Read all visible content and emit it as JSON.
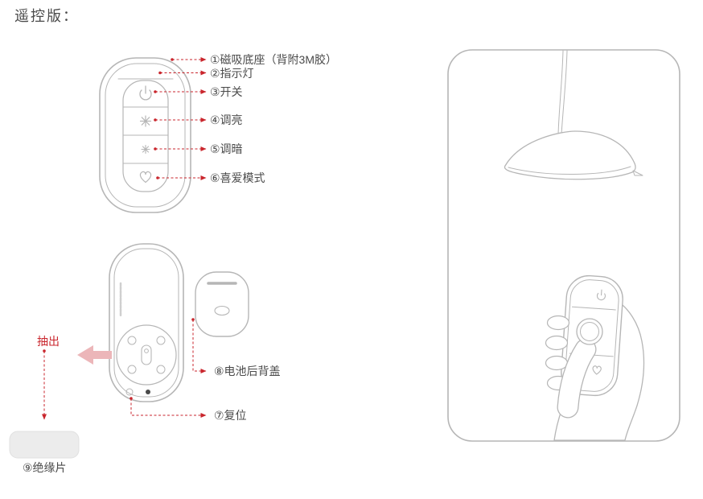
{
  "page": {
    "title": "遥控版："
  },
  "callouts": {
    "magnetic_base": "①磁吸底座（背附3M胶）",
    "indicator": "②指示灯",
    "power": "③开关",
    "brighten": "④调亮",
    "dim": "⑤调暗",
    "favorite": "⑥喜爱模式",
    "reset": "⑦复位",
    "battery_cover": "⑧电池后背盖",
    "insulation": "⑨绝缘片"
  },
  "annotations": {
    "pull_out": "抽出"
  },
  "icons": {
    "power_button": "power-icon",
    "brighten_button": "sun-rays-icon",
    "dim_button": "sun-rays-small-icon",
    "favorite_button": "heart-icon"
  },
  "colors": {
    "illustration_line": "#b6b6b6",
    "label_text": "#4a4a4a",
    "callout_red": "#c9252c",
    "insulation_fill": "#ececec",
    "pull_arrow_fill": "#ecb6b9"
  }
}
